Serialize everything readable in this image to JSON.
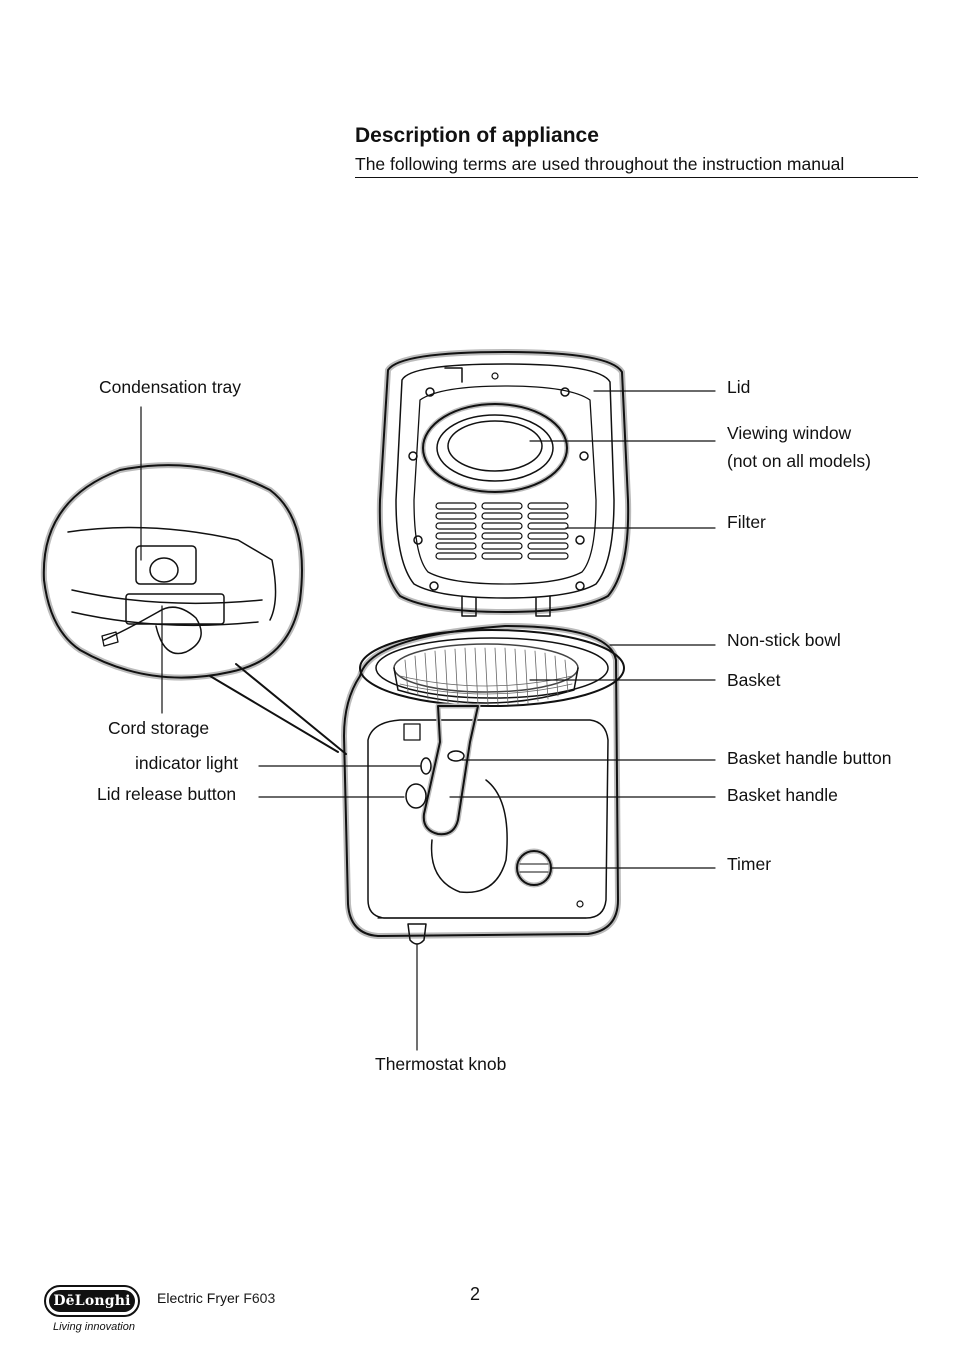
{
  "header": {
    "title": "Description of appliance",
    "subtitle": "The following terms are used throughout the instruction manual"
  },
  "labels": {
    "condensation_tray": "Condensation tray",
    "cord_storage": "Cord storage",
    "indicator_light": "indicator light",
    "lid_release_button": "Lid release button",
    "lid": "Lid",
    "viewing_window_line1": "Viewing window",
    "viewing_window_line2": "(not on all models)",
    "filter": "Filter",
    "non_stick_bowl": "Non-stick bowl",
    "basket": "Basket",
    "basket_handle_button": "Basket handle button",
    "basket_handle": "Basket handle",
    "timer": "Timer",
    "thermostat_knob": "Thermostat knob"
  },
  "footer": {
    "brand": "DēLonghi",
    "tagline": "Living innovation",
    "product_name": "Electric Fryer",
    "model": "F603",
    "page_number": "2"
  }
}
